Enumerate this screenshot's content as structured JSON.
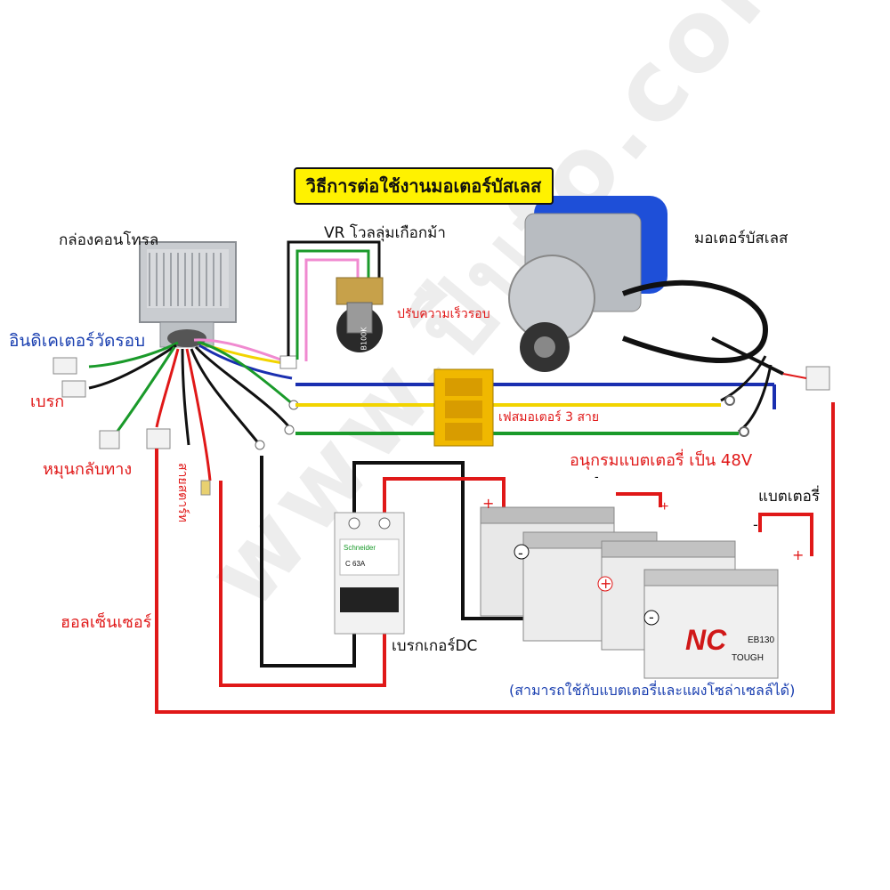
{
  "title": "วิธีการต่อใช้งานมอเตอร์บัสเลส",
  "labels": {
    "control_box": "กล่องคอนโทรล",
    "vr": "VR โวลลุ่มเกือกม้า",
    "speed_adjust": "ปรับความเร็วรอบ",
    "motor": "มอเตอร์บัสเลส",
    "indicator": "อินดิเคเตอร์วัดรอบ",
    "brake": "เบรก",
    "reverse": "หมุนกลับทาง",
    "key_switch": "สายสตาร์ท",
    "hall_sensor": "ฮอลเซ็นเซอร์",
    "motor_phase": "เฟสมอเตอร์ 3 สาย",
    "battery_series": "อนุกรมแบตเตอรี่ เป็น 48V",
    "battery": "แบตเตอรี่",
    "breaker": "เบรกเกอร์DC",
    "note": "(สามารถใช้กับแบตเตอรี่และแผงโซล่าเซลล์ได้)"
  },
  "component_text": {
    "breaker_brand": "Schneider",
    "breaker_model": "C 63A",
    "pot_value": "B100K",
    "battery_brand": "NC",
    "battery_model": "EB130",
    "battery_sub": "TOUGH"
  },
  "terminals": {
    "plus": "+",
    "minus": "-"
  },
  "watermark": "www.ปืนfo.com",
  "colors": {
    "title_bg": "#fff200",
    "wire_red": "#e01818",
    "wire_black": "#111111",
    "wire_blue": "#1a2fb0",
    "wire_yellow": "#f2d400",
    "wire_green": "#1a9a2a",
    "wire_pink": "#f08ad0",
    "label_blue": "#1a3fb0"
  }
}
